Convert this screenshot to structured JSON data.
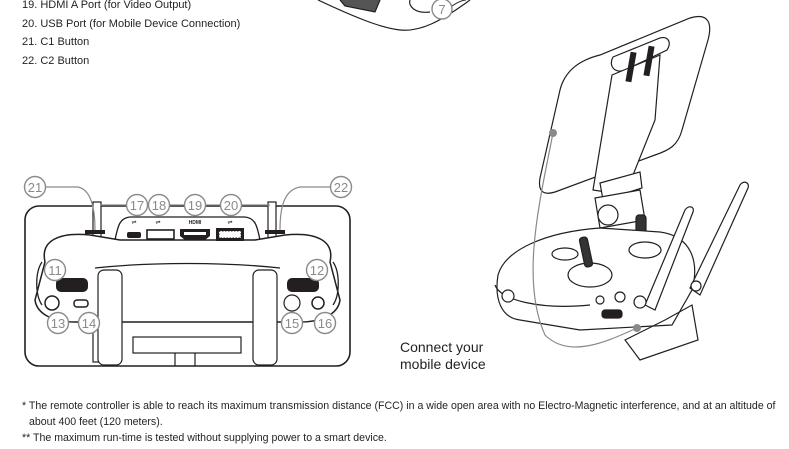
{
  "legend": {
    "items": [
      "19. HDMI A Port (for Video Output)",
      "20. USB Port (for Mobile Device Connection)",
      "21. C1 Button",
      "22. C2 Button"
    ]
  },
  "callouts": {
    "top_partial": "7",
    "c21": "21",
    "c22": "22",
    "c17": "17",
    "c18": "18",
    "c19": "19",
    "c20": "20",
    "c11": "11",
    "c12": "12",
    "c13": "13",
    "c14": "14",
    "c15": "15",
    "c16": "16"
  },
  "port_labels": {
    "hdmi": "HDMI"
  },
  "connect_label": {
    "line1": "Connect your",
    "line2": "mobile device"
  },
  "footnotes": {
    "note1": "* The remote controller is able to reach its maximum transmission distance (FCC) in a wide open area with no Electro-Magnetic interference, and at an altitude of about 400 feet (120 meters).",
    "note2": "** The maximum run-time is tested without supplying power to a smart device."
  },
  "colors": {
    "callout": "#8a8a8a",
    "line": "#231f20",
    "leader": "#8a8a8a"
  }
}
